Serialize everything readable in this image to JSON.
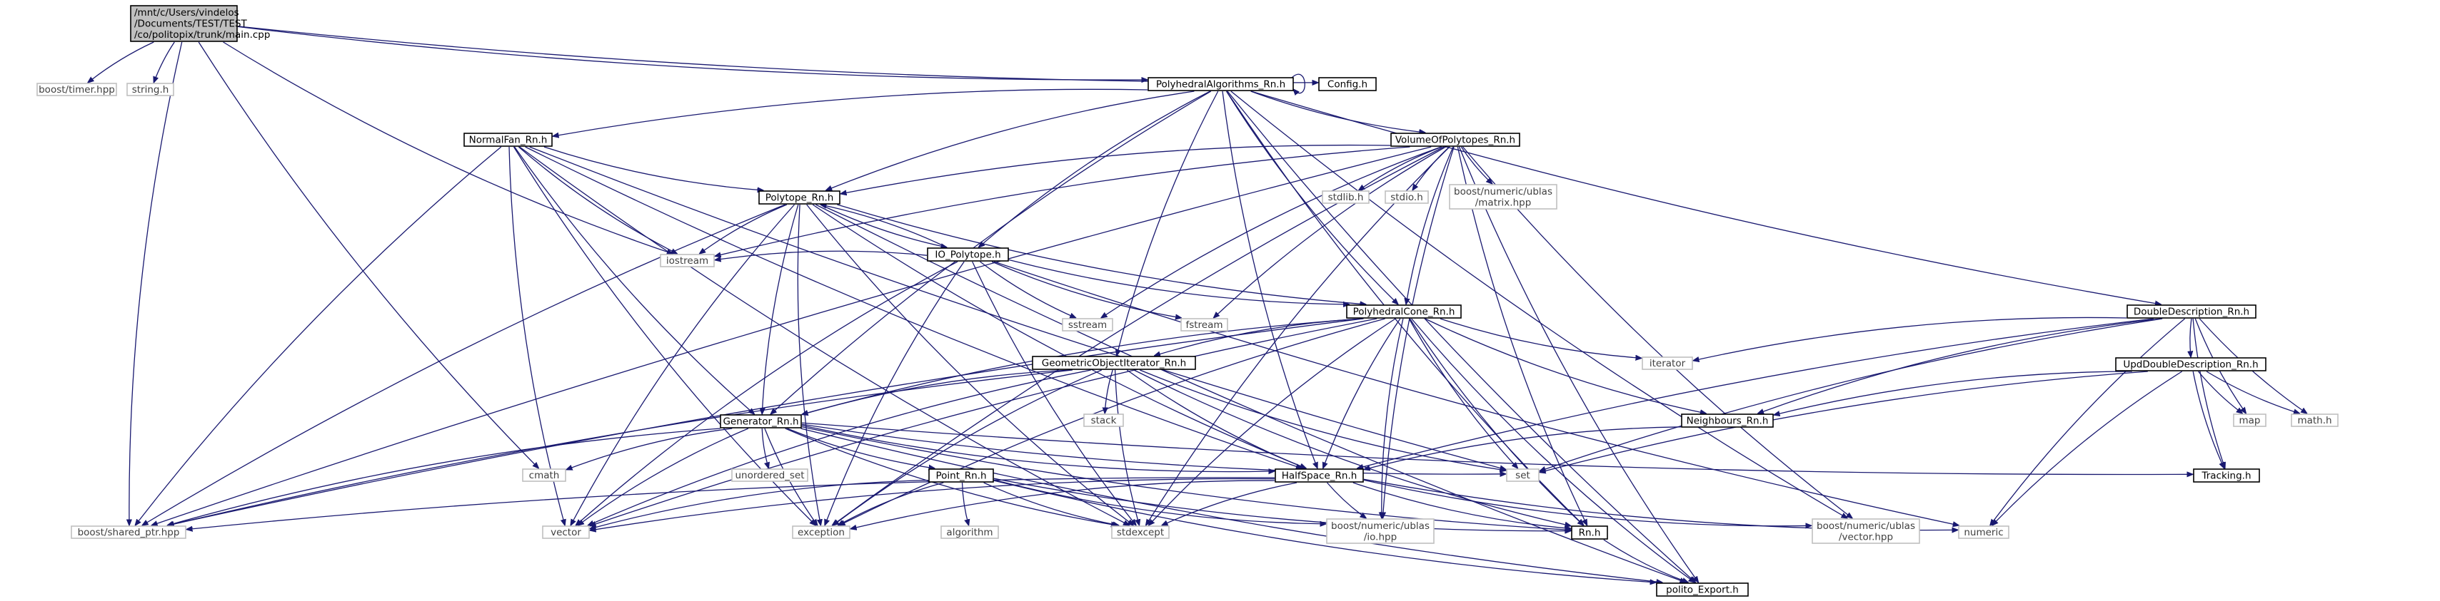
{
  "graph": {
    "title": "/mnt/c/Users/vindelos /Documents/TEST/TEST /co/politopix/trunk/main.cpp",
    "legend": "",
    "edge_color": "#191970",
    "project_border_color": "#000000",
    "system_border_color": "#bfbfbf",
    "root_fill_color": "#bfbfbf"
  },
  "nodes": [
    {
      "id": "main",
      "kind": "root",
      "lines": [
        "/mnt/c/Users/vindelos",
        "/Documents/TEST/TEST",
        "/co/politopix/trunk/main.cpp"
      ]
    },
    {
      "id": "boost_timer",
      "kind": "system",
      "lines": [
        "boost/timer.hpp"
      ]
    },
    {
      "id": "string_h",
      "kind": "system",
      "lines": [
        "string.h"
      ]
    },
    {
      "id": "PolyhedralAlgorithms",
      "kind": "project",
      "lines": [
        "PolyhedralAlgorithms_Rn.h"
      ]
    },
    {
      "id": "Config",
      "kind": "project",
      "lines": [
        "Config.h"
      ]
    },
    {
      "id": "NormalFan",
      "kind": "project",
      "lines": [
        "NormalFan_Rn.h"
      ]
    },
    {
      "id": "VolumeOfPolytopes",
      "kind": "project",
      "lines": [
        "VolumeOfPolytopes_Rn.h"
      ]
    },
    {
      "id": "Polytope",
      "kind": "project",
      "lines": [
        "Polytope_Rn.h"
      ]
    },
    {
      "id": "stdlib",
      "kind": "system",
      "lines": [
        "stdlib.h"
      ]
    },
    {
      "id": "stdio",
      "kind": "system",
      "lines": [
        "stdio.h"
      ]
    },
    {
      "id": "boost_matrix",
      "kind": "system",
      "lines": [
        "boost/numeric/ublas",
        "/matrix.hpp"
      ]
    },
    {
      "id": "IO_Polytope",
      "kind": "project",
      "lines": [
        "IO_Polytope.h"
      ]
    },
    {
      "id": "iostream",
      "kind": "system",
      "lines": [
        "iostream"
      ]
    },
    {
      "id": "sstream",
      "kind": "system",
      "lines": [
        "sstream"
      ]
    },
    {
      "id": "fstream",
      "kind": "system",
      "lines": [
        "fstream"
      ]
    },
    {
      "id": "PolyhedralCone",
      "kind": "project",
      "lines": [
        "PolyhedralCone_Rn.h"
      ]
    },
    {
      "id": "DoubleDescription",
      "kind": "project",
      "lines": [
        "DoubleDescription_Rn.h"
      ]
    },
    {
      "id": "GeometricObjectIterator",
      "kind": "project",
      "lines": [
        "GeometricObjectIterator_Rn.h"
      ]
    },
    {
      "id": "iterator",
      "kind": "system",
      "lines": [
        "iterator"
      ]
    },
    {
      "id": "UpdDoubleDescription",
      "kind": "project",
      "lines": [
        "UpdDoubleDescription_Rn.h"
      ]
    },
    {
      "id": "stack",
      "kind": "system",
      "lines": [
        "stack"
      ]
    },
    {
      "id": "Generator",
      "kind": "project",
      "lines": [
        "Generator_Rn.h"
      ]
    },
    {
      "id": "Neighbours",
      "kind": "project",
      "lines": [
        "Neighbours_Rn.h"
      ]
    },
    {
      "id": "map",
      "kind": "system",
      "lines": [
        "map"
      ]
    },
    {
      "id": "math_h",
      "kind": "system",
      "lines": [
        "math.h"
      ]
    },
    {
      "id": "unordered_set",
      "kind": "system",
      "lines": [
        "unordered_set"
      ]
    },
    {
      "id": "cmath",
      "kind": "system",
      "lines": [
        "cmath"
      ]
    },
    {
      "id": "set",
      "kind": "system",
      "lines": [
        "set"
      ]
    },
    {
      "id": "Tracking",
      "kind": "project",
      "lines": [
        "Tracking.h"
      ]
    },
    {
      "id": "Point",
      "kind": "project",
      "lines": [
        "Point_Rn.h"
      ]
    },
    {
      "id": "HalfSpace",
      "kind": "project",
      "lines": [
        "HalfSpace_Rn.h"
      ]
    },
    {
      "id": "boost_shared_ptr",
      "kind": "system",
      "lines": [
        "boost/shared_ptr.hpp"
      ]
    },
    {
      "id": "vector",
      "kind": "system",
      "lines": [
        "vector"
      ]
    },
    {
      "id": "exception",
      "kind": "system",
      "lines": [
        "exception"
      ]
    },
    {
      "id": "algorithm",
      "kind": "system",
      "lines": [
        "algorithm"
      ]
    },
    {
      "id": "stdexcept",
      "kind": "system",
      "lines": [
        "stdexcept"
      ]
    },
    {
      "id": "boost_io",
      "kind": "system",
      "lines": [
        "boost/numeric/ublas",
        "/io.hpp"
      ]
    },
    {
      "id": "Rn",
      "kind": "project",
      "lines": [
        "Rn.h"
      ]
    },
    {
      "id": "boost_vector",
      "kind": "system",
      "lines": [
        "boost/numeric/ublas",
        "/vector.hpp"
      ]
    },
    {
      "id": "numeric",
      "kind": "system",
      "lines": [
        "numeric"
      ]
    },
    {
      "id": "polito_Export",
      "kind": "project",
      "lines": [
        "polito_Export.h"
      ]
    }
  ],
  "edges": [
    [
      "main",
      "boost_timer"
    ],
    [
      "main",
      "string_h"
    ],
    [
      "main",
      "PolyhedralAlgorithms"
    ],
    [
      "main",
      "Config"
    ],
    [
      "main",
      "iostream"
    ],
    [
      "main",
      "cmath"
    ],
    [
      "main",
      "boost_shared_ptr"
    ],
    [
      "PolyhedralAlgorithms",
      "PolyhedralAlgorithms"
    ],
    [
      "PolyhedralAlgorithms",
      "NormalFan"
    ],
    [
      "PolyhedralAlgorithms",
      "VolumeOfPolytopes"
    ],
    [
      "PolyhedralAlgorithms",
      "Polytope"
    ],
    [
      "PolyhedralAlgorithms",
      "IO_Polytope"
    ],
    [
      "PolyhedralAlgorithms",
      "PolyhedralCone"
    ],
    [
      "PolyhedralAlgorithms",
      "DoubleDescription"
    ],
    [
      "PolyhedralAlgorithms",
      "GeometricObjectIterator"
    ],
    [
      "PolyhedralAlgorithms",
      "Generator"
    ],
    [
      "PolyhedralAlgorithms",
      "HalfSpace"
    ],
    [
      "PolyhedralAlgorithms",
      "Rn"
    ],
    [
      "PolyhedralAlgorithms",
      "boost_vector"
    ],
    [
      "PolyhedralAlgorithms",
      "polito_Export"
    ],
    [
      "NormalFan",
      "Polytope"
    ],
    [
      "NormalFan",
      "Generator"
    ],
    [
      "NormalFan",
      "HalfSpace"
    ],
    [
      "NormalFan",
      "iostream"
    ],
    [
      "NormalFan",
      "boost_shared_ptr"
    ],
    [
      "NormalFan",
      "vector"
    ],
    [
      "NormalFan",
      "exception"
    ],
    [
      "NormalFan",
      "stdexcept"
    ],
    [
      "NormalFan",
      "set"
    ],
    [
      "VolumeOfPolytopes",
      "Polytope"
    ],
    [
      "VolumeOfPolytopes",
      "stdlib"
    ],
    [
      "VolumeOfPolytopes",
      "stdio"
    ],
    [
      "VolumeOfPolytopes",
      "boost_matrix"
    ],
    [
      "VolumeOfPolytopes",
      "iostream"
    ],
    [
      "VolumeOfPolytopes",
      "sstream"
    ],
    [
      "VolumeOfPolytopes",
      "fstream"
    ],
    [
      "VolumeOfPolytopes",
      "PolyhedralCone"
    ],
    [
      "VolumeOfPolytopes",
      "boost_shared_ptr"
    ],
    [
      "VolumeOfPolytopes",
      "exception"
    ],
    [
      "VolumeOfPolytopes",
      "stdexcept"
    ],
    [
      "VolumeOfPolytopes",
      "Rn"
    ],
    [
      "VolumeOfPolytopes",
      "boost_io"
    ],
    [
      "VolumeOfPolytopes",
      "boost_vector"
    ],
    [
      "VolumeOfPolytopes",
      "polito_Export"
    ],
    [
      "Polytope",
      "IO_Polytope"
    ],
    [
      "Polytope",
      "PolyhedralCone"
    ],
    [
      "Polytope",
      "Generator"
    ],
    [
      "Polytope",
      "HalfSpace"
    ],
    [
      "Polytope",
      "iostream"
    ],
    [
      "Polytope",
      "boost_shared_ptr"
    ],
    [
      "Polytope",
      "vector"
    ],
    [
      "Polytope",
      "exception"
    ],
    [
      "Polytope",
      "stdexcept"
    ],
    [
      "Polytope",
      "polito_Export"
    ],
    [
      "IO_Polytope",
      "Polytope"
    ],
    [
      "IO_Polytope",
      "PolyhedralCone"
    ],
    [
      "IO_Polytope",
      "iostream"
    ],
    [
      "IO_Polytope",
      "sstream"
    ],
    [
      "IO_Polytope",
      "fstream"
    ],
    [
      "IO_Polytope",
      "vector"
    ],
    [
      "IO_Polytope",
      "exception"
    ],
    [
      "IO_Polytope",
      "stdexcept"
    ],
    [
      "IO_Polytope",
      "numeric"
    ],
    [
      "PolyhedralCone",
      "GeometricObjectIterator"
    ],
    [
      "PolyhedralCone",
      "Generator"
    ],
    [
      "PolyhedralCone",
      "HalfSpace"
    ],
    [
      "PolyhedralCone",
      "Neighbours"
    ],
    [
      "PolyhedralCone",
      "iterator"
    ],
    [
      "PolyhedralCone",
      "set"
    ],
    [
      "PolyhedralCone",
      "vector"
    ],
    [
      "PolyhedralCone",
      "boost_shared_ptr"
    ],
    [
      "PolyhedralCone",
      "exception"
    ],
    [
      "PolyhedralCone",
      "stdexcept"
    ],
    [
      "PolyhedralCone",
      "boost_io"
    ],
    [
      "PolyhedralCone",
      "Rn"
    ],
    [
      "PolyhedralCone",
      "polito_Export"
    ],
    [
      "DoubleDescription",
      "UpdDoubleDescription"
    ],
    [
      "DoubleDescription",
      "iterator"
    ],
    [
      "DoubleDescription",
      "Neighbours"
    ],
    [
      "DoubleDescription",
      "map"
    ],
    [
      "DoubleDescription",
      "math_h"
    ],
    [
      "DoubleDescription",
      "Tracking"
    ],
    [
      "DoubleDescription",
      "set"
    ],
    [
      "DoubleDescription",
      "numeric"
    ],
    [
      "DoubleDescription",
      "HalfSpace"
    ],
    [
      "GeometricObjectIterator",
      "Generator"
    ],
    [
      "GeometricObjectIterator",
      "stack"
    ],
    [
      "GeometricObjectIterator",
      "HalfSpace"
    ],
    [
      "GeometricObjectIterator",
      "set"
    ],
    [
      "GeometricObjectIterator",
      "vector"
    ],
    [
      "GeometricObjectIterator",
      "boost_shared_ptr"
    ],
    [
      "GeometricObjectIterator",
      "exception"
    ],
    [
      "GeometricObjectIterator",
      "stdexcept"
    ],
    [
      "GeometricObjectIterator",
      "Rn"
    ],
    [
      "UpdDoubleDescription",
      "Neighbours"
    ],
    [
      "UpdDoubleDescription",
      "map"
    ],
    [
      "UpdDoubleDescription",
      "math_h"
    ],
    [
      "UpdDoubleDescription",
      "Tracking"
    ],
    [
      "UpdDoubleDescription",
      "set"
    ],
    [
      "UpdDoubleDescription",
      "numeric"
    ],
    [
      "Generator",
      "Point"
    ],
    [
      "Generator",
      "HalfSpace"
    ],
    [
      "Generator",
      "unordered_set"
    ],
    [
      "Generator",
      "cmath"
    ],
    [
      "Generator",
      "set"
    ],
    [
      "Generator",
      "Tracking"
    ],
    [
      "Generator",
      "boost_shared_ptr"
    ],
    [
      "Generator",
      "vector"
    ],
    [
      "Generator",
      "exception"
    ],
    [
      "Generator",
      "stdexcept"
    ],
    [
      "Generator",
      "Rn"
    ],
    [
      "Generator",
      "polito_Export"
    ],
    [
      "Neighbours",
      "HalfSpace"
    ],
    [
      "Point",
      "algorithm"
    ],
    [
      "Point",
      "exception"
    ],
    [
      "Point",
      "stdexcept"
    ],
    [
      "Point",
      "vector"
    ],
    [
      "Point",
      "boost_io"
    ],
    [
      "Point",
      "Rn"
    ],
    [
      "Point",
      "polito_Export"
    ],
    [
      "HalfSpace",
      "boost_shared_ptr"
    ],
    [
      "HalfSpace",
      "vector"
    ],
    [
      "HalfSpace",
      "exception"
    ],
    [
      "HalfSpace",
      "stdexcept"
    ],
    [
      "HalfSpace",
      "boost_io"
    ],
    [
      "HalfSpace",
      "Rn"
    ],
    [
      "HalfSpace",
      "boost_vector"
    ],
    [
      "HalfSpace",
      "numeric"
    ],
    [
      "Rn",
      "polito_Export"
    ]
  ]
}
